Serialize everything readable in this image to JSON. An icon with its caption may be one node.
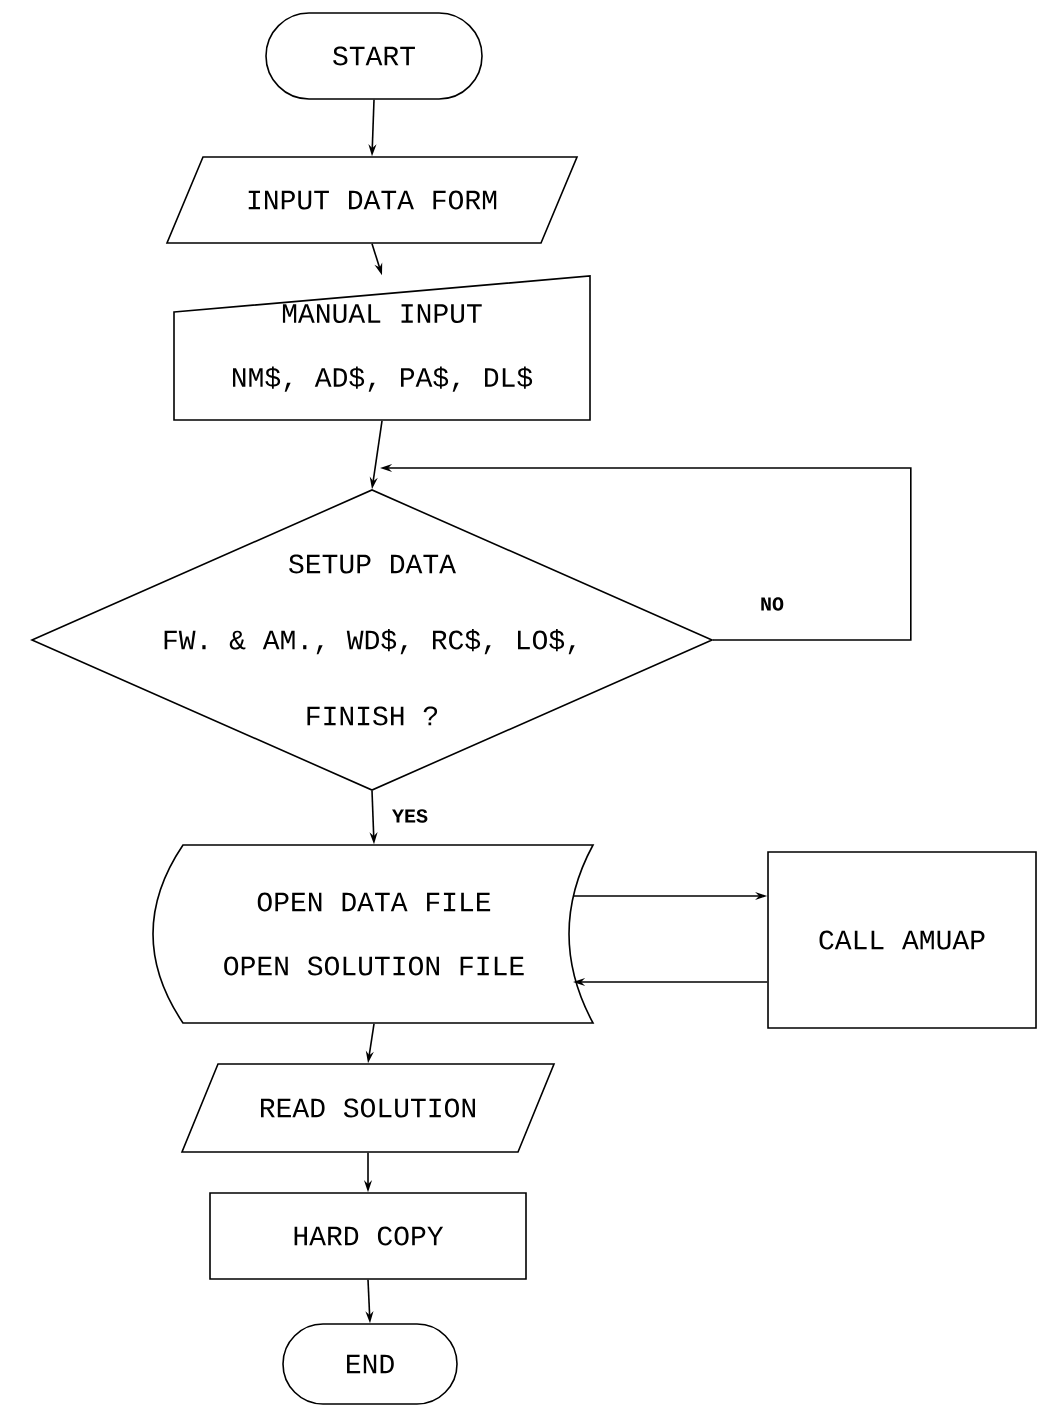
{
  "diagram": {
    "nodes": [
      {
        "text": [
          "START"
        ]
      },
      {
        "text": [
          "INPUT DATA FORM"
        ]
      },
      {
        "text": [
          "MANUAL INPUT",
          "NM$, AD$, PA$, DL$"
        ]
      },
      {
        "text": [
          "SETUP DATA",
          "FW. & AM., WD$, RC$, LO$,",
          "FINISH ?"
        ]
      },
      {
        "text": [
          "OPEN DATA FILE",
          "OPEN SOLUTION FILE"
        ]
      },
      {
        "text": [
          "CALL AMUAP"
        ]
      },
      {
        "text": [
          "READ SOLUTION"
        ]
      },
      {
        "text": [
          "HARD COPY"
        ]
      },
      {
        "text": [
          "END"
        ]
      }
    ],
    "edges": [
      {
        "from": 0,
        "to": 1,
        "arrow": "to"
      },
      {
        "from": 1,
        "to": 2,
        "arrow": "to"
      },
      {
        "from": 2,
        "to": 3,
        "arrow": "to"
      },
      {
        "from": 3,
        "to": 3,
        "arrow": "to",
        "label": "NO"
      },
      {
        "from": 3,
        "to": 4,
        "arrow": "to",
        "label": "YES"
      },
      {
        "from": 4,
        "to": 5,
        "arrow": "to"
      },
      {
        "from": 5,
        "to": 4,
        "arrow": "to"
      },
      {
        "from": 4,
        "to": 6,
        "arrow": "to"
      },
      {
        "from": 6,
        "to": 7,
        "arrow": "to"
      },
      {
        "from": 7,
        "to": 8,
        "arrow": "to"
      }
    ]
  }
}
